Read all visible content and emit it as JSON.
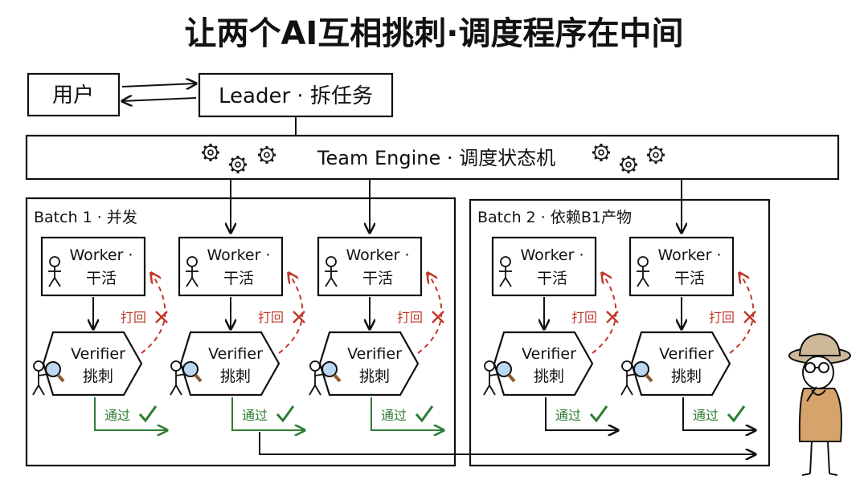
{
  "title": "让两个AI互相挑刺·调度程序在中间",
  "user_label": "用户",
  "leader_label": "Leader · 拆任务",
  "engine_label": "Team Engine · 调度状态机",
  "batches": [
    {
      "label": "Batch 1 · 并发"
    },
    {
      "label": "Batch 2 · 依赖B1产物"
    }
  ],
  "worker": {
    "line1": "Worker ·",
    "line2": "干活"
  },
  "verifier": {
    "line1": "Verifier",
    "line2": "挑刺"
  },
  "reject_label": "打回",
  "pass_label": "通过",
  "colors": {
    "reject": "#c0392b",
    "pass": "#2e7d32",
    "ink": "#111111",
    "hat": "#cdb899",
    "hoodie": "#d6a36a"
  },
  "icons": [
    "gear-icon",
    "person-icon",
    "magnifier-icon",
    "cross-icon",
    "check-icon"
  ]
}
